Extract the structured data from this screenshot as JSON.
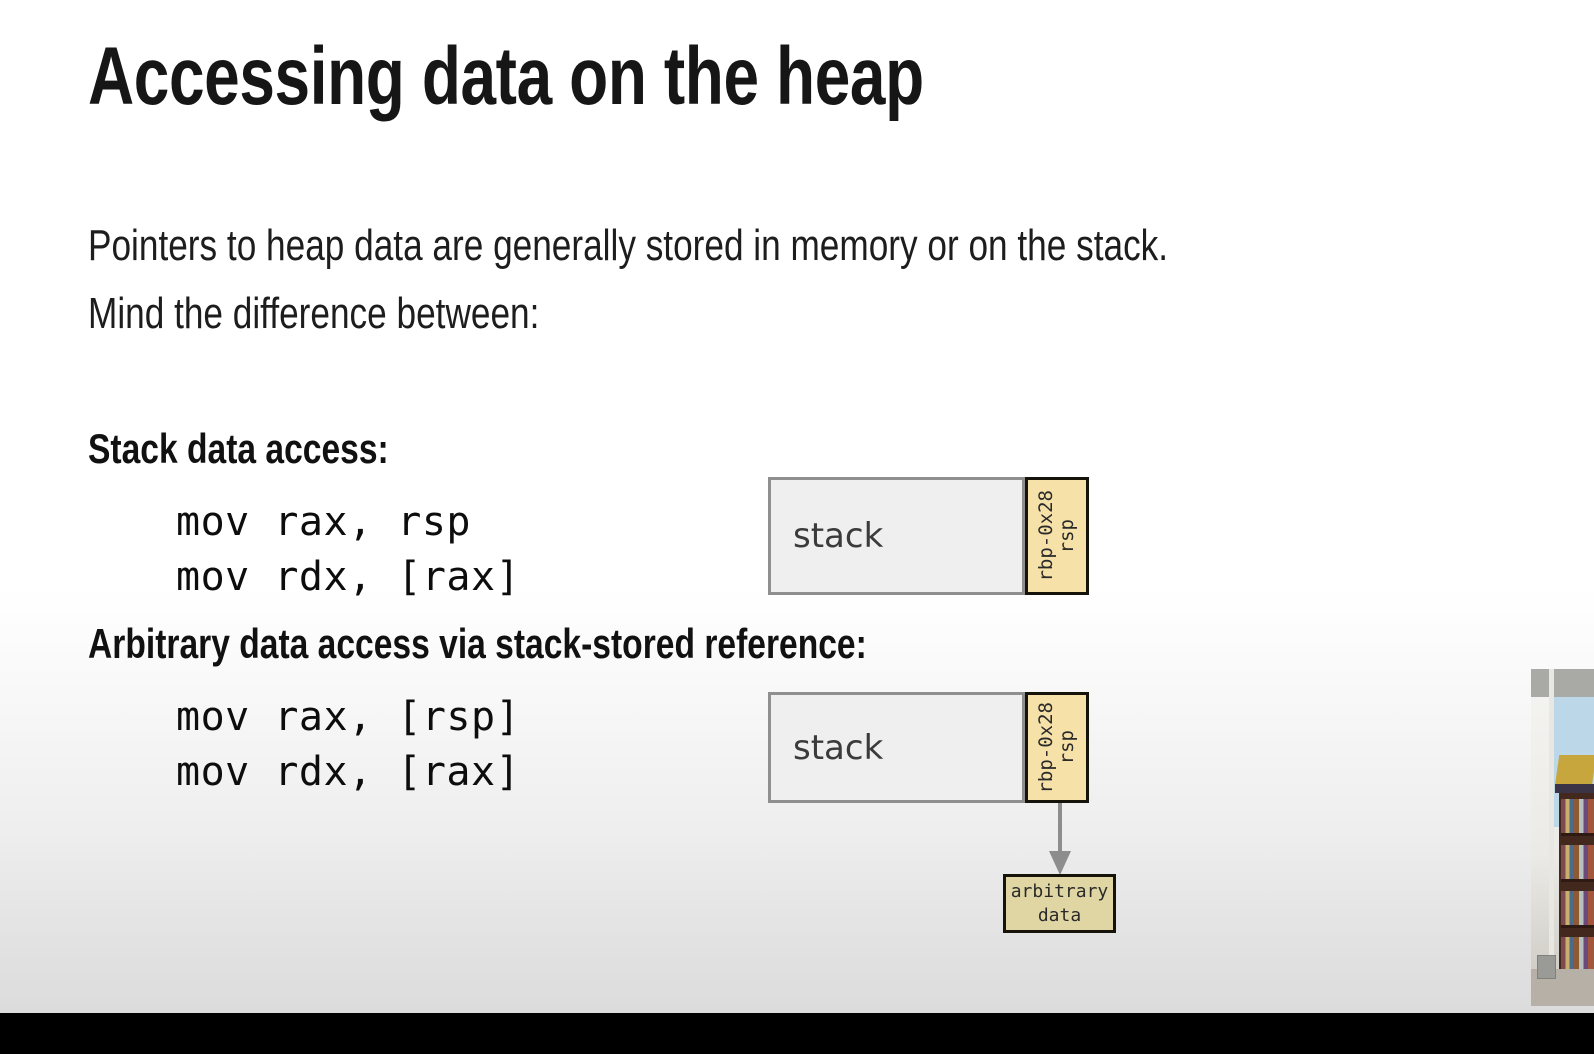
{
  "slide": {
    "title": "Accessing data on the heap",
    "body_lines": [
      "Pointers to heap data are generally stored in memory or on the stack.",
      "Mind the difference between:"
    ],
    "sections": [
      {
        "heading": "Stack data access:",
        "code": "mov rax, rsp\nmov rdx, [rax]"
      },
      {
        "heading": "Arbitrary data access via stack-stored reference:",
        "code": "mov rax, [rsp]\nmov rdx, [rax]"
      }
    ]
  },
  "diagrams": {
    "stack_access": {
      "stack_label": "stack",
      "slot_tags": [
        "rbp-0x28",
        "rsp"
      ]
    },
    "arbitrary_access": {
      "stack_label": "stack",
      "slot_tags": [
        "rbp-0x28",
        "rsp"
      ],
      "target_box_lines": [
        "arbitrary",
        "data"
      ]
    }
  },
  "colors": {
    "slot_fill": "#f6e2a8",
    "target_fill": "#e0d6a4",
    "stack_fill": "#efefef",
    "stack_border": "#8f8f8f",
    "arrow": "#8d8d8d",
    "bottom_bar": "#000000"
  }
}
